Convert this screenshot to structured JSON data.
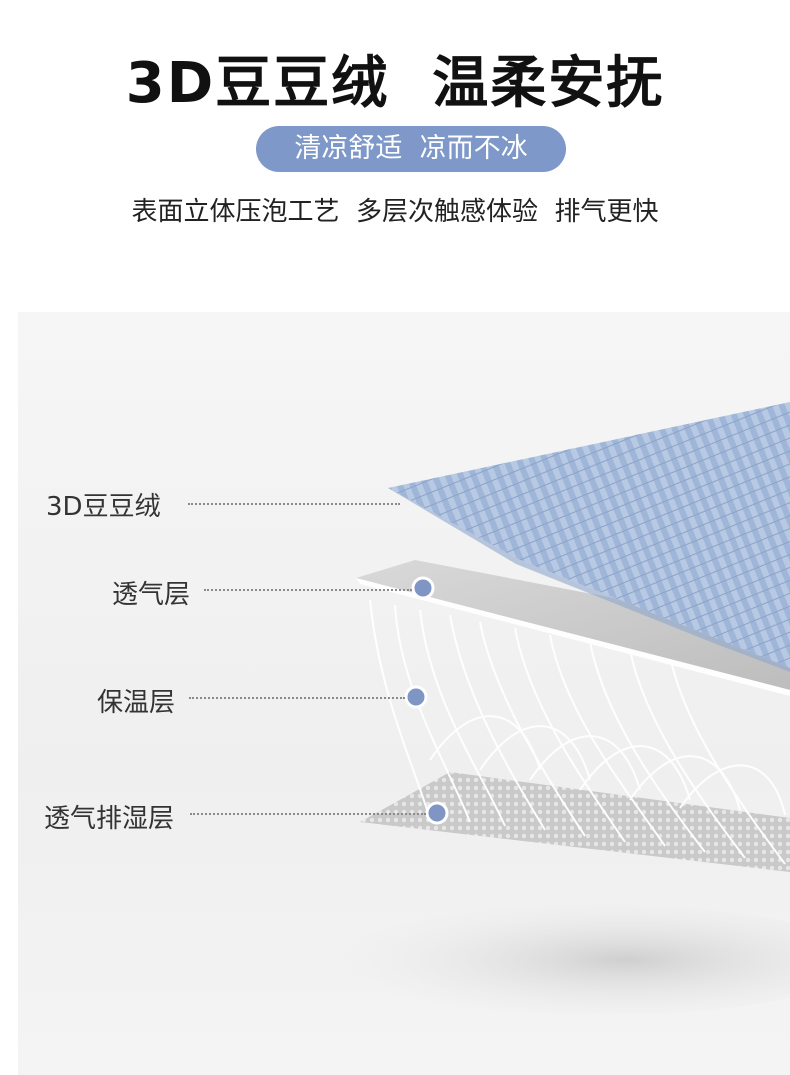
{
  "headline": "3D豆豆绒  温柔安抚",
  "pill": "清凉舒适  凉而不冰",
  "subline": "表面立体压泡工艺  多层次触感体验  排气更快",
  "layers": [
    {
      "label": "3D豆豆绒"
    },
    {
      "label": "透气层"
    },
    {
      "label": "保温层"
    },
    {
      "label": "透气排湿层"
    }
  ],
  "colors": {
    "accent_pill": "#7d98c9",
    "fabric_blue": "#9db4d6",
    "marker": "#7f95c4"
  }
}
